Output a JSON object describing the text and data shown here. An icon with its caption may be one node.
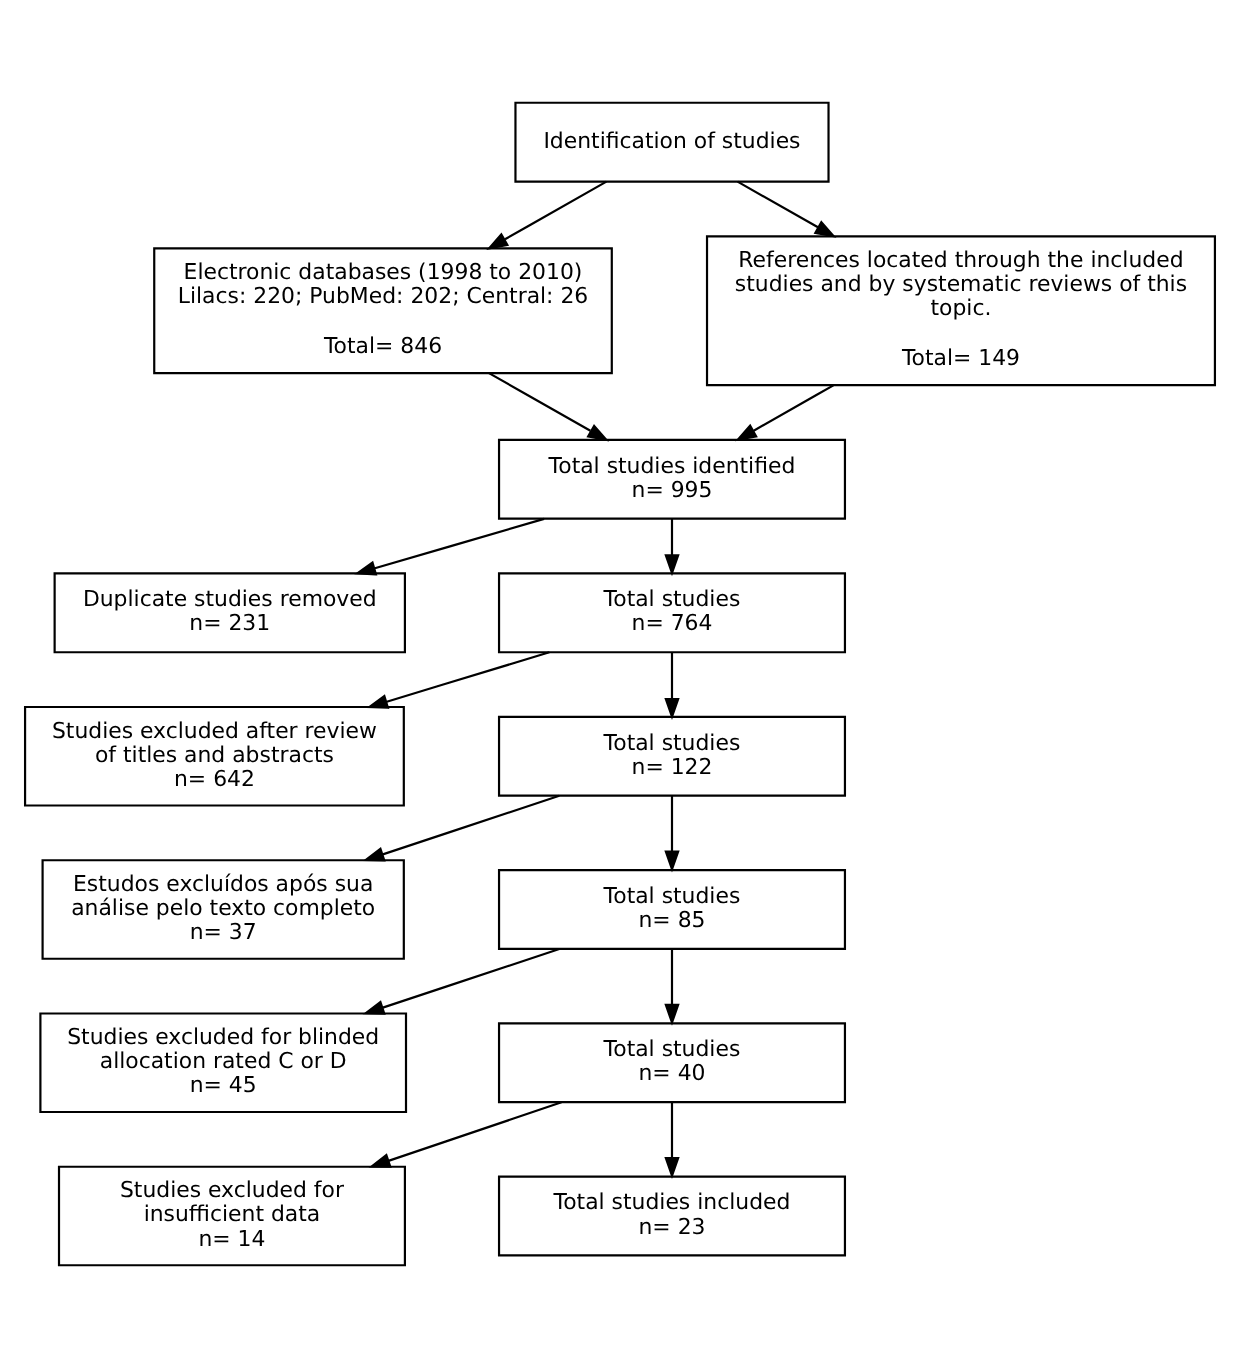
{
  "diagram": {
    "nodes": [
      {
        "text": [
          "Identification of studies"
        ]
      },
      {
        "text": [
          "Electronic databases (1998 to 2010) Lilacs: 220; PubMed: 202; Central: 26",
          "Total= 846"
        ]
      },
      {
        "text": [
          "References located through the included studies and by systematic reviews of this topic.",
          "Total= 149"
        ]
      },
      {
        "text": [
          "Total studies identified",
          "n= 995"
        ]
      },
      {
        "text": [
          "Duplicate studies removed",
          "n= 231"
        ]
      },
      {
        "text": [
          "Total studies",
          "n= 764"
        ]
      },
      {
        "text": [
          "Studies excluded after review of titles and abstracts",
          "n= 642"
        ]
      },
      {
        "text": [
          "Total studies",
          "n= 122"
        ]
      },
      {
        "text": [
          "Estudos excluídos após sua análise pelo texto completo",
          "n= 37"
        ]
      },
      {
        "text": [
          "Total studies",
          "n= 85"
        ]
      },
      {
        "text": [
          "Studies excluded for blinded allocation rated C or D",
          "n= 45"
        ]
      },
      {
        "text": [
          "Total studies",
          "n= 40"
        ]
      },
      {
        "text": [
          "Studies excluded for insufficient data",
          "n= 14"
        ]
      },
      {
        "text": [
          "Total studies included",
          "n= 23"
        ]
      }
    ],
    "edges": [
      {
        "from": 0,
        "to": 1,
        "arrow": "to"
      },
      {
        "from": 0,
        "to": 2,
        "arrow": "to"
      },
      {
        "from": 1,
        "to": 3,
        "arrow": "to"
      },
      {
        "from": 2,
        "to": 3,
        "arrow": "to"
      },
      {
        "from": 3,
        "to": 4,
        "arrow": "to"
      },
      {
        "from": 3,
        "to": 5,
        "arrow": "to"
      },
      {
        "from": 5,
        "to": 6,
        "arrow": "to"
      },
      {
        "from": 5,
        "to": 7,
        "arrow": "to"
      },
      {
        "from": 7,
        "to": 8,
        "arrow": "to"
      },
      {
        "from": 7,
        "to": 9,
        "arrow": "to"
      },
      {
        "from": 9,
        "to": 10,
        "arrow": "to"
      },
      {
        "from": 9,
        "to": 11,
        "arrow": "to"
      },
      {
        "from": 11,
        "to": 12,
        "arrow": "to"
      },
      {
        "from": 11,
        "to": 13,
        "arrow": "to"
      }
    ]
  }
}
